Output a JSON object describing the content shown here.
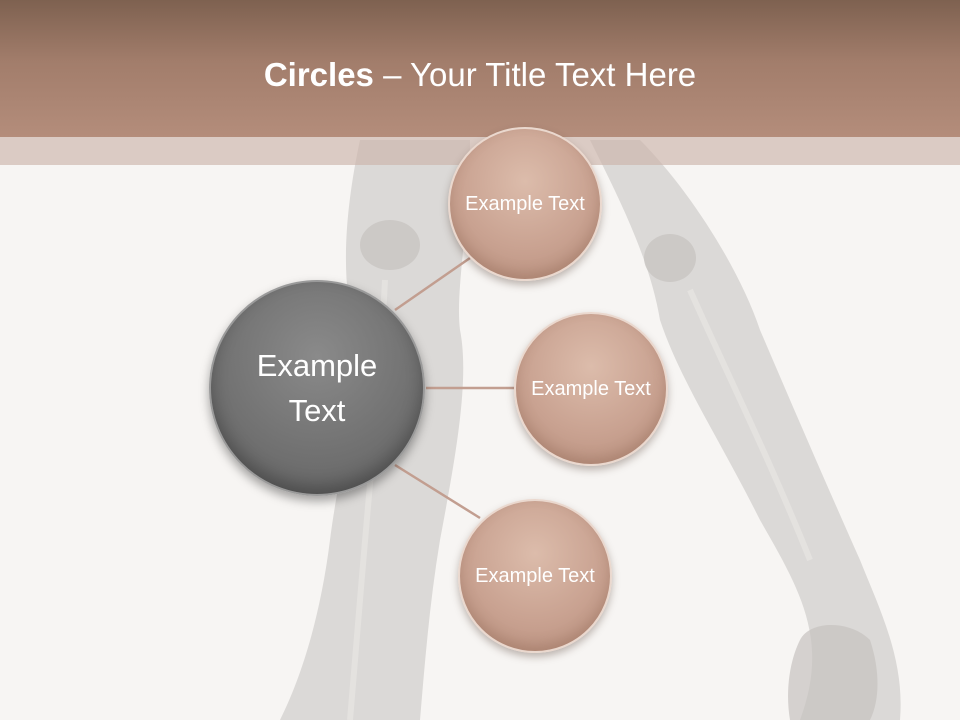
{
  "title": {
    "bold": "Circles",
    "rest": " – Your Title Text Here"
  },
  "diagram": {
    "center": {
      "label": "Example Text"
    },
    "nodes": [
      {
        "label": "Example Text"
      },
      {
        "label": "Example Text"
      },
      {
        "label": "Example Text"
      }
    ]
  },
  "colors": {
    "title_bar": "#a27d6b",
    "node_fill": "#c9a291",
    "center_fill": "#707070",
    "connector": "#c29e90"
  }
}
